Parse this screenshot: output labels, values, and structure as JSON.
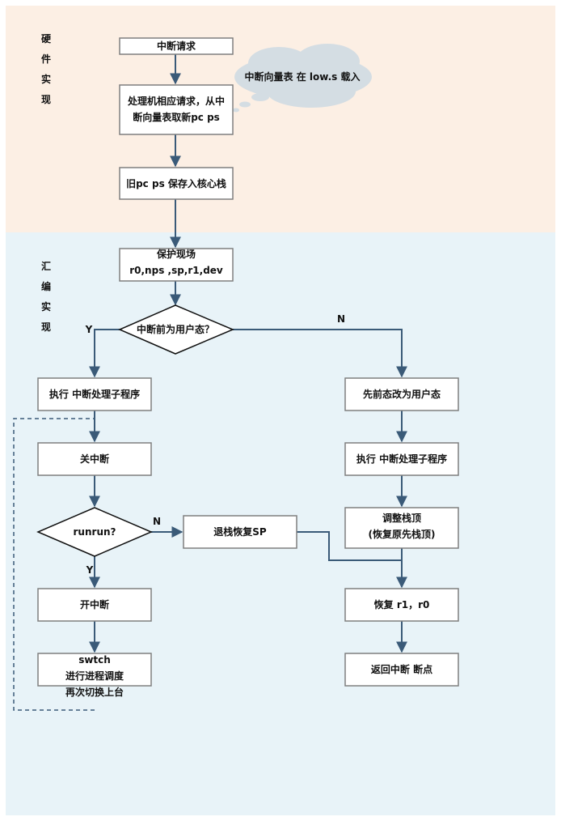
{
  "colors": {
    "hardware_band": "#fcefe4",
    "assembly_band": "#e8f3f8",
    "edge": "#3a5a78",
    "cloud": "#d4dde3"
  },
  "sections": {
    "hardware": [
      "硬",
      "件",
      "实",
      "现"
    ],
    "assembly": [
      "汇",
      "编",
      "实",
      "现"
    ]
  },
  "cloud_text": "中断向量表 在 low.s 载入",
  "nodes": {
    "interrupt_request": [
      "中断请求"
    ],
    "handle_request": [
      "处理机相应请求，从中",
      "断向量表取新pc ps"
    ],
    "save_old": [
      "旧pc ps 保存入核心栈"
    ],
    "save_context": [
      "保护现场",
      "r0,nps ,sp,r1,dev"
    ],
    "is_user_mode": [
      "中断前为用户态？"
    ],
    "exec_handler_left": [
      "执行 中断处理子程序"
    ],
    "change_to_user": [
      "先前态改为用户态"
    ],
    "disable_interrupt": [
      "关中断"
    ],
    "exec_handler_right": [
      "执行 中断处理子程序"
    ],
    "runrun": [
      "runrun?"
    ],
    "pop_restore_sp": [
      "退栈恢复SP"
    ],
    "adjust_stack": [
      "调整栈顶",
      "(恢复原先栈顶)"
    ],
    "enable_interrupt": [
      "开中断"
    ],
    "restore_regs": [
      "恢复 r1，r0"
    ],
    "swtch": [
      "swtch",
      "进行进程调度",
      "再次切换上台"
    ],
    "return_breakpoint": [
      "返回中断 断点"
    ]
  },
  "edge_labels": {
    "user_yes": "Y",
    "user_no": "N",
    "runrun_no": "N",
    "runrun_yes": "Y"
  }
}
